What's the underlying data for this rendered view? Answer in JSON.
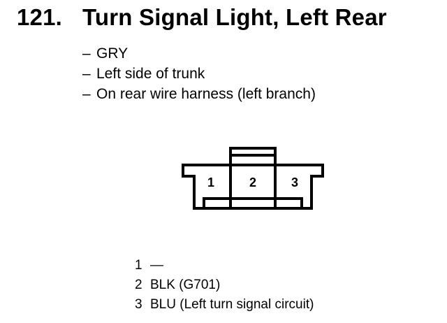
{
  "title": {
    "number": "121.",
    "text": "Turn Signal Light, Left Rear"
  },
  "details": [
    {
      "dash": "–",
      "text": "GRY"
    },
    {
      "dash": "–",
      "text": "Left side of trunk"
    },
    {
      "dash": "–",
      "text": "On rear wire harness (left branch)"
    }
  ],
  "connector": {
    "cavities": [
      "1",
      "2",
      "3"
    ]
  },
  "pins": [
    {
      "num": "1",
      "desc": "—"
    },
    {
      "num": "2",
      "desc": "BLK (G701)"
    },
    {
      "num": "3",
      "desc": "BLU (Left turn signal circuit)"
    }
  ]
}
